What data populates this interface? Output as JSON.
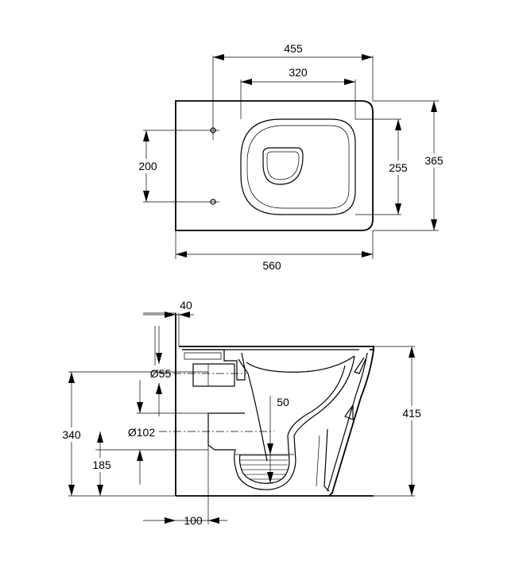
{
  "top_view": {
    "dims": {
      "width_total": "455",
      "width_inner": "320",
      "depth_total": "365",
      "depth_inner": "255",
      "bolt_spacing": "200",
      "length_total": "560"
    }
  },
  "side_view": {
    "dims": {
      "wall_offset": "40",
      "inlet_diameter": "Ø55",
      "outlet_diameter": "Ø102",
      "water_depth": "50",
      "height_total": "415",
      "inlet_height": "340",
      "outlet_height": "185",
      "outlet_offset": "100"
    }
  }
}
